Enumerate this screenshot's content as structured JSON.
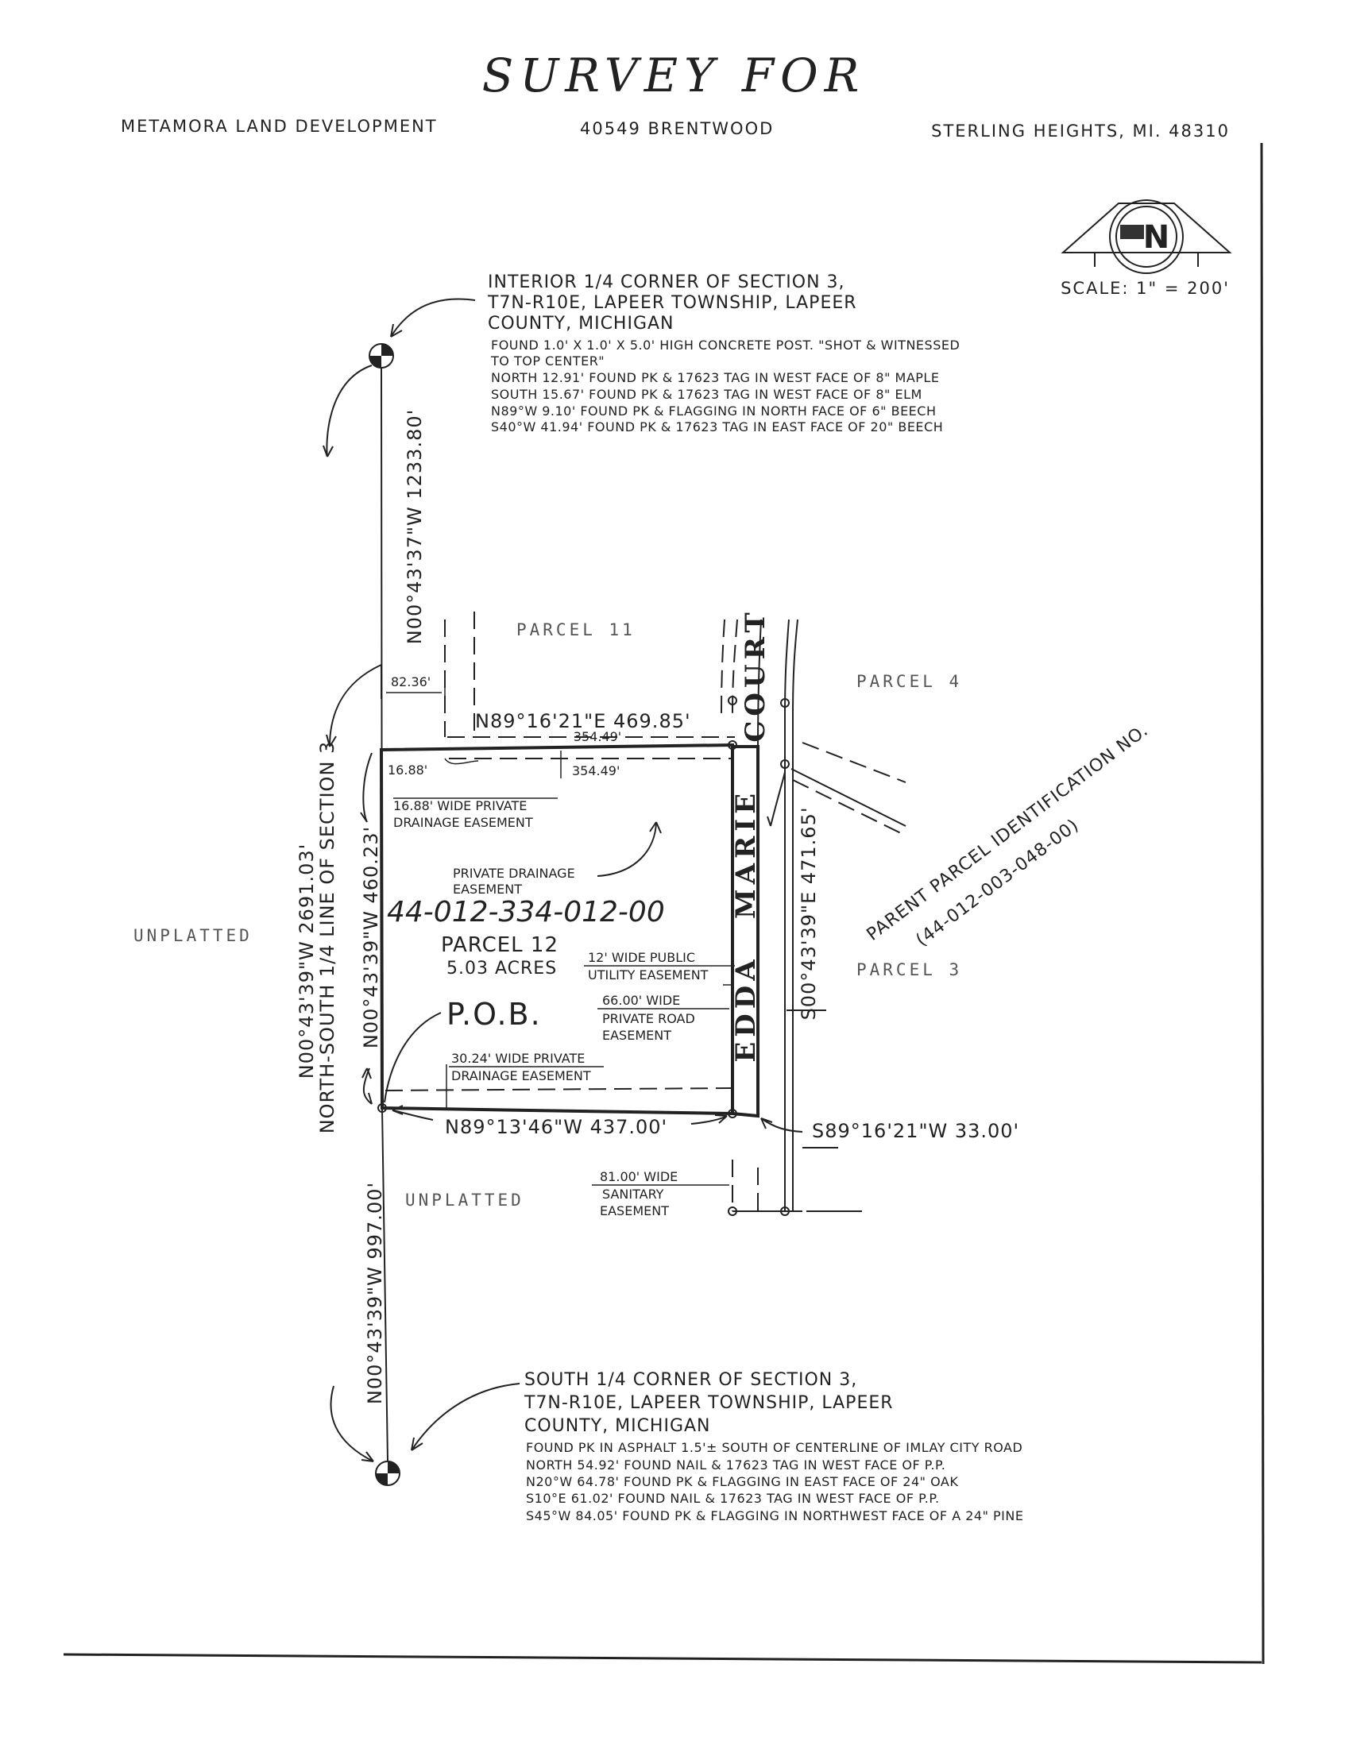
{
  "title": "SURVEY FOR",
  "header": {
    "client": "METAMORA LAND DEVELOPMENT",
    "street": "40549 BRENTWOOD",
    "city": "STERLING HEIGHTS, MI. 48310"
  },
  "scale": "SCALE: 1\" = 200'",
  "north_arrow_letter": "N",
  "north_corner": {
    "heading": [
      "INTERIOR 1/4 CORNER OF SECTION 3,",
      "T7N-R10E, LAPEER TOWNSHIP, LAPEER",
      "COUNTY, MICHIGAN"
    ],
    "details": [
      "FOUND 1.0' X 1.0' X 5.0' HIGH CONCRETE POST. \"SHOT & WITNESSED",
      "TO TOP CENTER\"",
      "NORTH 12.91' FOUND PK & 17623 TAG IN WEST FACE OF 8\" MAPLE",
      "SOUTH 15.67' FOUND PK & 17623 TAG IN WEST FACE OF 8\" ELM",
      "N89°W 9.10' FOUND PK & FLAGGING IN NORTH FACE OF 6\" BEECH",
      "S40°W 41.94' FOUND PK & 17623 TAG IN EAST FACE OF 20\" BEECH"
    ]
  },
  "south_corner": {
    "heading": [
      "SOUTH 1/4 CORNER OF SECTION 3,",
      "T7N-R10E, LAPEER TOWNSHIP, LAPEER",
      "COUNTY, MICHIGAN"
    ],
    "details": [
      "FOUND PK IN ASPHALT 1.5'± SOUTH OF CENTERLINE OF IMLAY CITY ROAD",
      "NORTH 54.92' FOUND NAIL & 17623 TAG IN WEST FACE OF P.P.",
      "N20°W 64.78' FOUND PK & FLAGGING IN EAST FACE OF 24\" OAK",
      "S10°E 61.02' FOUND NAIL & 17623 TAG IN WEST FACE OF P.P.",
      "S45°W 84.05' FOUND PK & FLAGGING IN NORTHWEST FACE OF A 24\" PINE"
    ]
  },
  "dimensions": {
    "north_line": "N00°43'37\"W  1233.80'",
    "west_line": "N00°43'39\"W  460.23'",
    "section_bearing": "N00°43'39\"W  2691.03'",
    "section_line_label": "NORTH-SOUTH 1/4 LINE OF SECTION 3",
    "south_line": "N00°43'39\"W  997.00'",
    "offset": "82.36'",
    "north_boundary": "N89°16'21\"E  469.85'",
    "easement_top": "354.49'",
    "easement_lower": "354.49'",
    "corner_offset": "16.88'",
    "east_line": "S00°43'39\"E  471.65'",
    "south_boundary": "N89°13'46\"W  437.00'",
    "road_tie": "S89°16'21\"W  33.00'"
  },
  "easements": {
    "drainage_north": [
      "16.88' WIDE PRIVATE",
      "DRAINAGE EASEMENT"
    ],
    "private_drainage": [
      "PRIVATE DRAINAGE",
      "EASEMENT"
    ],
    "utility": [
      "12' WIDE PUBLIC",
      "UTILITY EASEMENT"
    ],
    "road": [
      "66.00' WIDE",
      "PRIVATE ROAD",
      "EASEMENT"
    ],
    "drainage_south": [
      "30.24' WIDE PRIVATE",
      "DRAINAGE EASEMENT"
    ],
    "sanitary": [
      "81.00' WIDE",
      "SANITARY",
      "EASEMENT"
    ]
  },
  "parcels": {
    "p11": "PARCEL 11",
    "p4": "PARCEL 4",
    "p3": "PARCEL 3",
    "unplatted_west": "UNPLATTED",
    "unplatted_south": "UNPLATTED"
  },
  "parcel12": {
    "id": "44-012-334-012-00",
    "name": "PARCEL 12",
    "area": "5.03 ACRES"
  },
  "pob": "P.O.B.",
  "road": {
    "word1": "EDDA",
    "word2": "MARIE",
    "word3": "COURT"
  },
  "parent_parcel": [
    "PARENT PARCEL IDENTIFICATION NO.",
    "(44-012-003-048-00)"
  ]
}
